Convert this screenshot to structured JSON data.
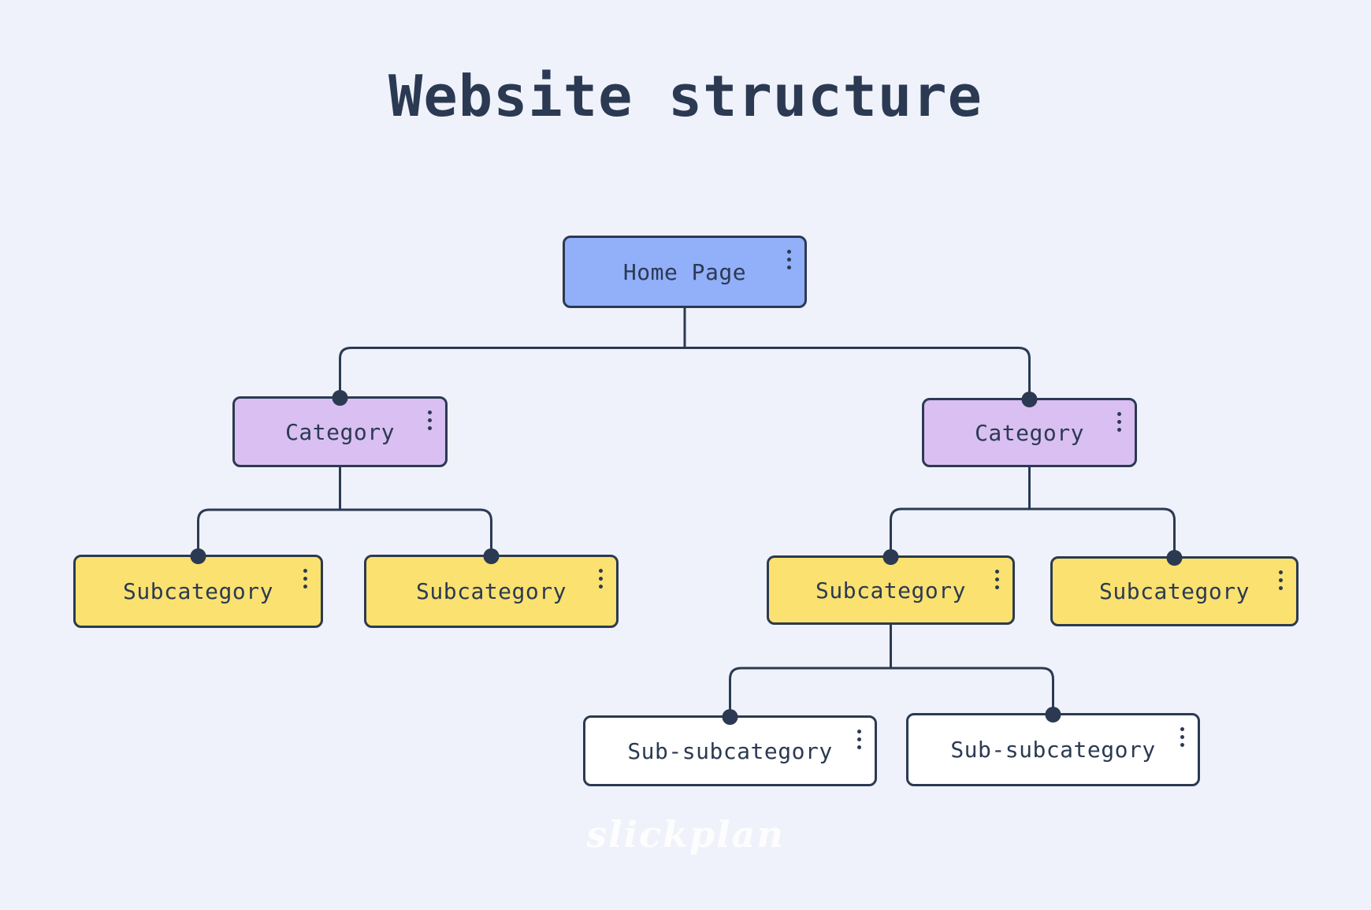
{
  "page": {
    "title": "Website structure",
    "watermark": "slickplan"
  },
  "colors": {
    "background": "#EFF2FA",
    "outline": "#2B3A52",
    "home_fill": "#92AFFA",
    "category_fill": "#D9BFF2",
    "subcategory_fill": "#FAE170",
    "sub_subcategory_fill": "#FFFFFF"
  },
  "nodes": [
    {
      "id": "home",
      "label": "Home Page",
      "level": 1
    },
    {
      "id": "category-1",
      "label": "Category",
      "level": 2
    },
    {
      "id": "category-2",
      "label": "Category",
      "level": 2
    },
    {
      "id": "subcategory-1",
      "label": "Subcategory",
      "level": 3
    },
    {
      "id": "subcategory-2",
      "label": "Subcategory",
      "level": 3
    },
    {
      "id": "subcategory-3",
      "label": "Subcategory",
      "level": 3
    },
    {
      "id": "subcategory-4",
      "label": "Subcategory",
      "level": 3
    },
    {
      "id": "sub-subcategory-1",
      "label": "Sub-subcategory",
      "level": 4
    },
    {
      "id": "sub-subcategory-2",
      "label": "Sub-subcategory",
      "level": 4
    }
  ],
  "edges": [
    {
      "from": "home",
      "to": "category-1"
    },
    {
      "from": "home",
      "to": "category-2"
    },
    {
      "from": "category-1",
      "to": "subcategory-1"
    },
    {
      "from": "category-1",
      "to": "subcategory-2"
    },
    {
      "from": "category-2",
      "to": "subcategory-3"
    },
    {
      "from": "category-2",
      "to": "subcategory-4"
    },
    {
      "from": "subcategory-3",
      "to": "sub-subcategory-1"
    },
    {
      "from": "subcategory-3",
      "to": "sub-subcategory-2"
    }
  ],
  "icons": {
    "node_menu": "kebab-menu-icon"
  }
}
